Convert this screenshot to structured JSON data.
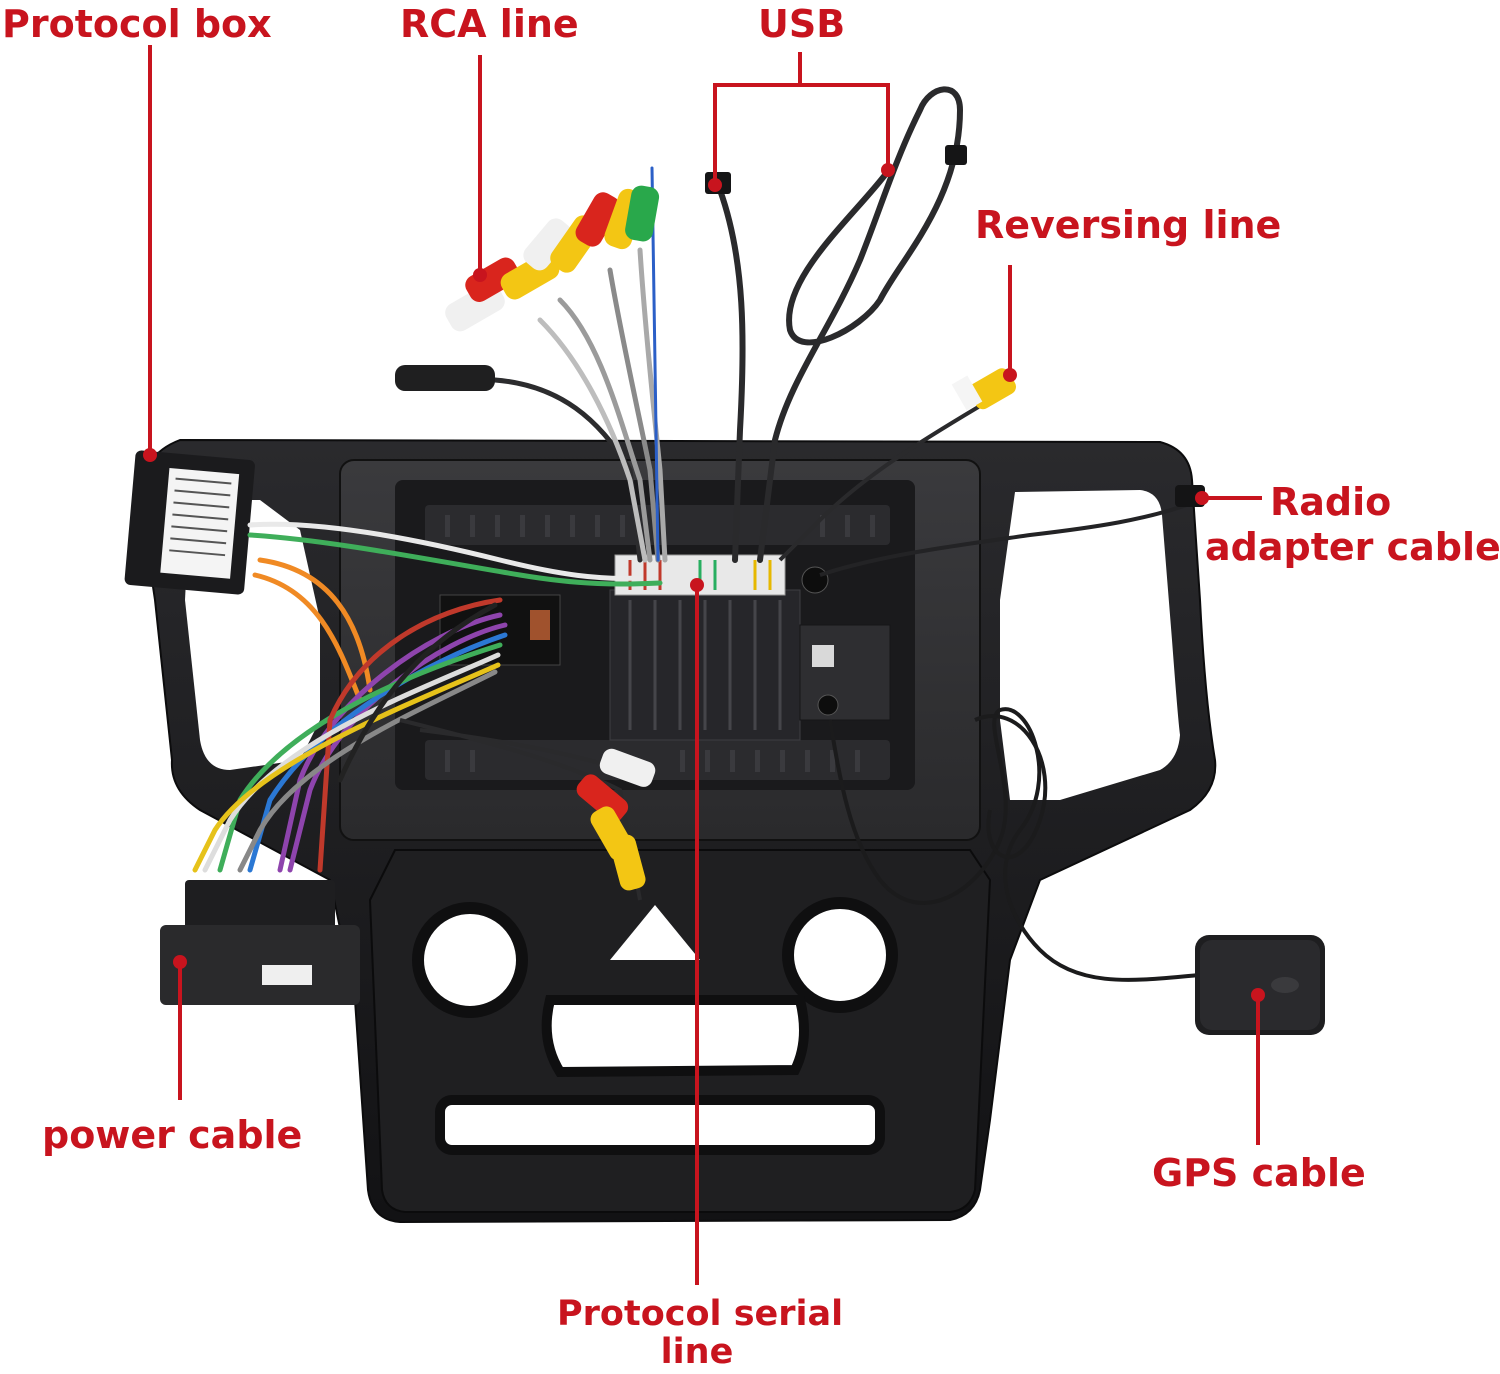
{
  "labels": {
    "protocol_box": "Protocol box",
    "rca_line": "RCA line",
    "usb": "USB",
    "reversing_line": "Reversing line",
    "radio_adapter_line1": "Radio",
    "radio_adapter_line2": "adapter cable",
    "power_cable": "power cable",
    "gps_cable": "GPS cable",
    "protocol_serial_line1": "Protocol serial",
    "protocol_serial_line2": "line"
  },
  "colors": {
    "label_red": "#c8141e",
    "frame": "#1c1c1e",
    "background": "#ffffff"
  },
  "icons": [
    "protocol-box-icon",
    "rca-connector-icon",
    "usb-connector-icon",
    "reversing-camera-plug-icon",
    "gps-antenna-icon",
    "power-harness-icon"
  ]
}
